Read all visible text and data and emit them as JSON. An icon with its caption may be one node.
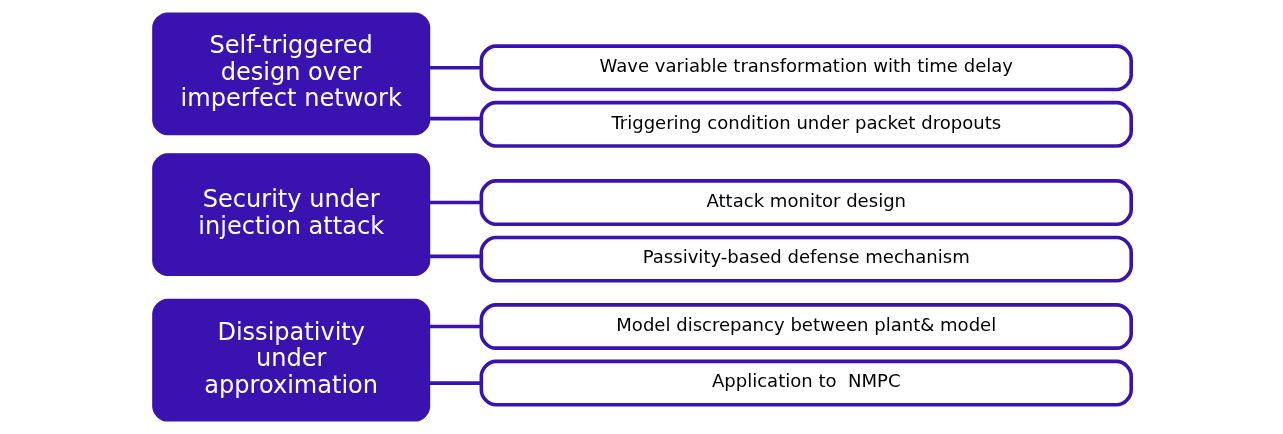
{
  "diagram": {
    "nodes": [
      {
        "text": [
          "Dissipativity under approximation"
        ]
      },
      {
        "text": [
          "Model discrepancy between plant& model"
        ]
      },
      {
        "text": [
          "Application to  NMPC"
        ]
      },
      {
        "text": [
          "Security under injection attack"
        ]
      },
      {
        "text": [
          "Attack monitor design"
        ]
      },
      {
        "text": [
          "Passivity-based defense mechanism"
        ]
      },
      {
        "text": [
          "Self-triggered design over imperfect network"
        ]
      },
      {
        "text": [
          "Wave variable transformation with time delay"
        ]
      },
      {
        "text": [
          "Triggering condition under packet dropouts"
        ]
      }
    ],
    "edges": [
      {
        "from": 0,
        "to": 1,
        "arrow": "none"
      },
      {
        "from": 0,
        "to": 2,
        "arrow": "none"
      },
      {
        "from": 3,
        "to": 4,
        "arrow": "none"
      },
      {
        "from": 3,
        "to": 5,
        "arrow": "none"
      },
      {
        "from": 6,
        "to": 7,
        "arrow": "none"
      },
      {
        "from": 6,
        "to": 8,
        "arrow": "none"
      }
    ]
  }
}
